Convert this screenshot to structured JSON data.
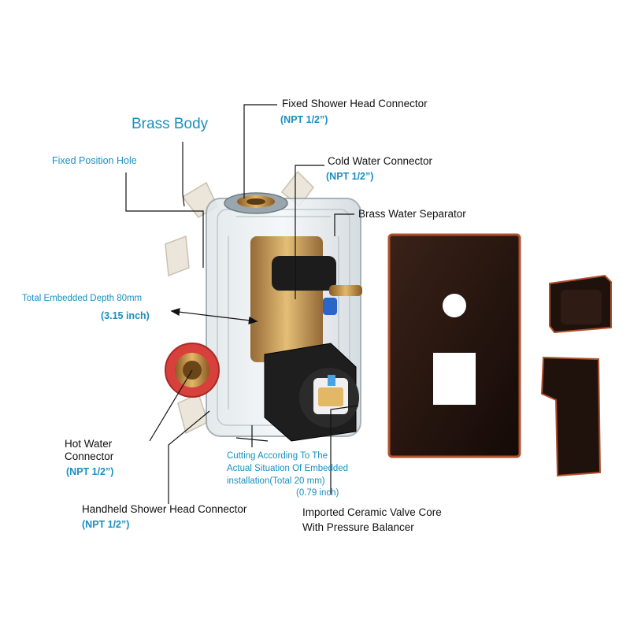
{
  "labels": {
    "brass_body": "Brass Body",
    "fixed_position_hole": "Fixed Position Hole",
    "fixed_shower_head": {
      "title": "Fixed Shower Head Connector",
      "spec": "(NPT 1/2”)"
    },
    "cold_water": {
      "title": "Cold Water Connector",
      "spec": "(NPT 1/2”)"
    },
    "brass_separator": "Brass Water Separator",
    "embedded_depth": {
      "title": "Total Embedded Depth 80mm",
      "spec": "(3.15 inch)"
    },
    "hot_water": {
      "line1": "Hot Water",
      "line2": "Connector",
      "spec": "(NPT 1/2”)"
    },
    "cutting": {
      "line1": "Cutting According To The",
      "line2": "Actual Situation Of Embedded",
      "line3": "installation(Total 20 mm)",
      "line4": "(0.79 inch)"
    },
    "handheld_shower": {
      "title": "Handheld Shower Head Connector",
      "spec": "(NPT 1/2”)"
    },
    "valve_core": {
      "line1": "Imported Ceramic Valve Core",
      "line2": "With Pressure Balancer"
    }
  },
  "colors": {
    "text": "#111111",
    "accent": "#1a8fbf",
    "trim_plate": "#2a1812",
    "bronze_edge": "#b0502c",
    "brass": "#c99a4a",
    "housing": "#e8ecef"
  }
}
